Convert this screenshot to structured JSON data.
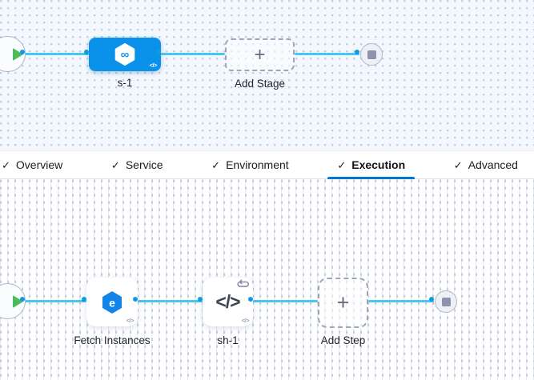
{
  "stage_canvas": {
    "stage": {
      "name": "s-1"
    },
    "add_stage_label": "Add Stage"
  },
  "tabs": {
    "active_tab": "Execution",
    "items": [
      {
        "label": "Overview"
      },
      {
        "label": "Service"
      },
      {
        "label": "Environment"
      },
      {
        "label": "Execution"
      },
      {
        "label": "Advanced"
      }
    ]
  },
  "execution_canvas": {
    "steps": [
      {
        "name": "Fetch Instances"
      },
      {
        "name": "sh-1"
      }
    ],
    "add_step_label": "Add Step"
  },
  "icons": {
    "check": "✓",
    "plus": "+",
    "infinity": "∞",
    "letter_e": "e",
    "code": "</>",
    "code_small": "</>"
  },
  "colors": {
    "stage_node_blue": "#0a91ea",
    "connector_line": "#49c6f1",
    "port_border": "#0f9be4",
    "active_underline": "#0278d5",
    "play_green": "#4dbb5b",
    "fetch_icon_blue": "#1283e8"
  }
}
